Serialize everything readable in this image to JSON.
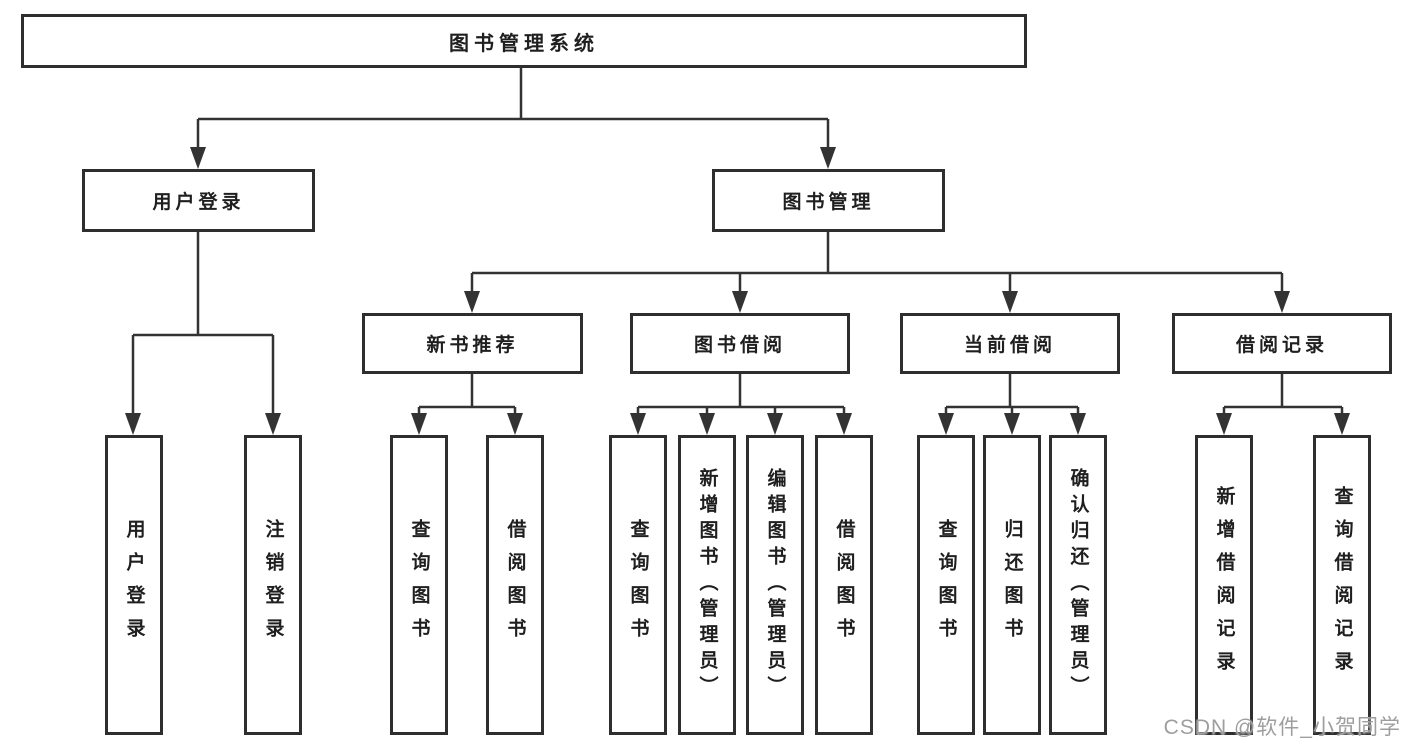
{
  "diagram": {
    "title": "图书管理系统",
    "colors": {
      "line": "#333333",
      "border": "#2e2e2e",
      "box_bg": "#ffffff",
      "text": "#1f1f1f",
      "watermark": "#9e9e9e",
      "background": "#ffffff"
    },
    "root": {
      "label": "图书管理系统"
    },
    "branches": [
      {
        "label": "用户登录",
        "children": [
          {
            "label": "用户登录"
          },
          {
            "label": "注销登录"
          }
        ]
      },
      {
        "label": "图书管理",
        "groups": [
          {
            "label": "新书推荐",
            "children": [
              {
                "label": "查询图书"
              },
              {
                "label": "借阅图书"
              }
            ]
          },
          {
            "label": "图书借阅",
            "children": [
              {
                "label": "查询图书"
              },
              {
                "label": "新增图书（管理员）"
              },
              {
                "label": "编辑图书（管理员）"
              },
              {
                "label": "借阅图书"
              }
            ]
          },
          {
            "label": "当前借阅",
            "children": [
              {
                "label": "查询图书"
              },
              {
                "label": "归还图书"
              },
              {
                "label": "确认归还（管理员）"
              }
            ]
          },
          {
            "label": "借阅记录",
            "children": [
              {
                "label": "新增借阅记录"
              },
              {
                "label": "查询借阅记录"
              }
            ]
          }
        ]
      }
    ],
    "watermark": "CSDN @软件_小贺同学"
  }
}
